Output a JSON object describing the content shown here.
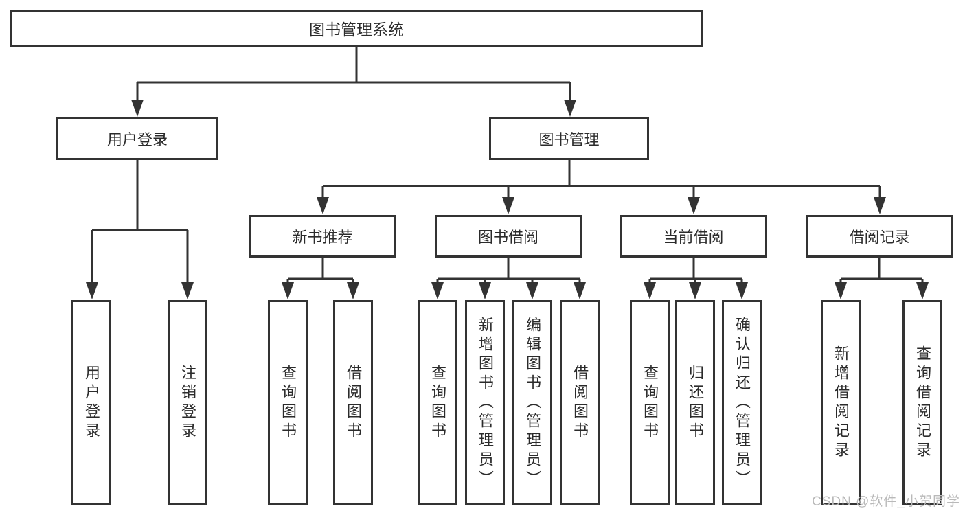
{
  "root": {
    "label": "图书管理系统"
  },
  "level1": [
    {
      "label": "用户登录"
    },
    {
      "label": "图书管理"
    }
  ],
  "level2": [
    {
      "label": "新书推荐"
    },
    {
      "label": "图书借阅"
    },
    {
      "label": "当前借阅"
    },
    {
      "label": "借阅记录"
    }
  ],
  "leaves": {
    "user_login": [
      "用户登录",
      "注销登录"
    ],
    "new_books": [
      "查询图书",
      "借阅图书"
    ],
    "book_borrow": [
      "查询图书",
      "新增图书（管理员）",
      "编辑图书（管理员）",
      "借阅图书"
    ],
    "current_borrow": [
      "查询图书",
      "归还图书",
      "确认归还（管理员）"
    ],
    "borrow_records": [
      "新增借阅记录",
      "查询借阅记录"
    ]
  },
  "watermark": {
    "text": "CSDN @软件_小贺同学"
  },
  "colors": {
    "line": "#333333",
    "text": "#2b2b2b",
    "background": "#ffffff",
    "watermark": "#b9b9b9"
  }
}
